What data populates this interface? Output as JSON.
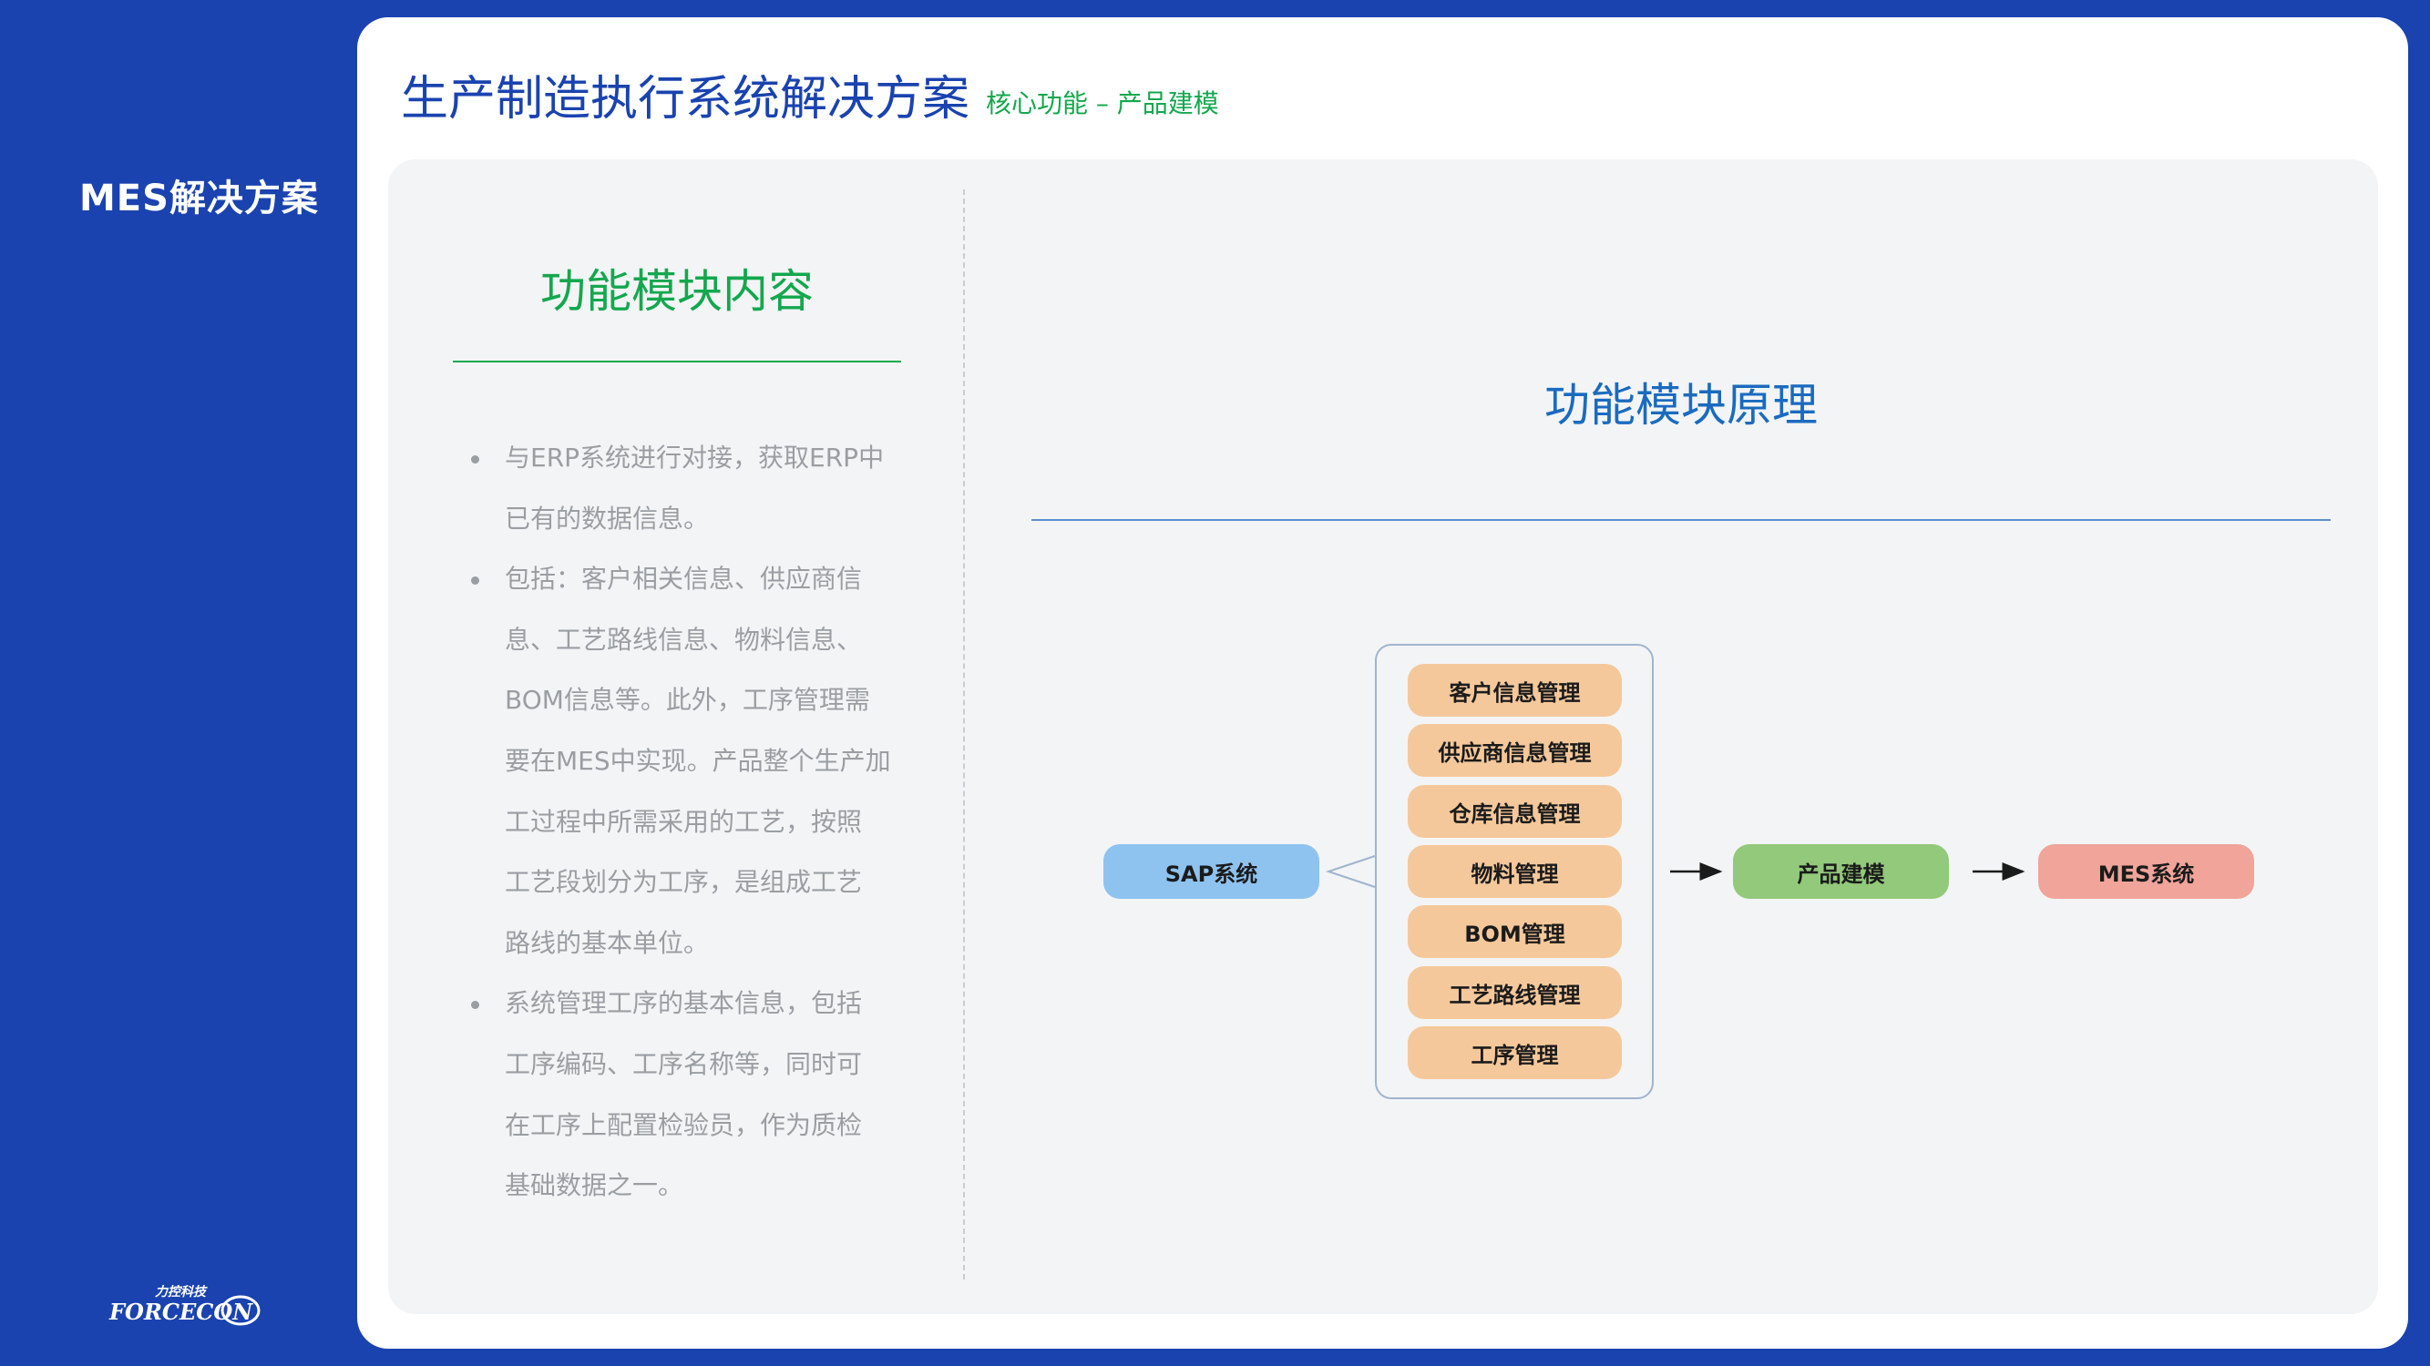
{
  "sidebar": {
    "title": "MES解决方案",
    "logo_text_cn": "力控科技",
    "logo_text_en": "FORCECON"
  },
  "header": {
    "title": "生产制造执行系统解决方案",
    "subtitle": "核心功能 – 产品建模"
  },
  "left_panel": {
    "heading": "功能模块内容",
    "bullets": [
      [
        "与ERP系统进行对接，获取ERP中",
        "已有的数据信息。"
      ],
      [
        "包括：客户相关信息、供应商信",
        "息、工艺路线信息、物料信息、",
        "BOM信息等。此外，工序管理需",
        "要在MES中实现。产品整个生产加",
        "工过程中所需采用的工艺，按照",
        "工艺段划分为工序，是组成工艺",
        "路线的基本单位。"
      ],
      [
        "系统管理工序的基本信息，包括",
        "工序编码、工序名称等，同时可",
        "在工序上配置检验员，作为质检",
        "基础数据之一。"
      ]
    ]
  },
  "right_panel": {
    "heading": "功能模块原理",
    "diagram": {
      "source": "SAP系统",
      "modules": [
        "客户信息管理",
        "供应商信息管理",
        "仓库信息管理",
        "物料管理",
        "BOM管理",
        "工艺路线管理",
        "工序管理"
      ],
      "middle": "产品建模",
      "target": "MES系统"
    }
  },
  "colors": {
    "brand_blue": "#1a43b0",
    "accent_green": "#13a84e",
    "sap_node": "#8ec3f0",
    "module_node": "#f4c89b",
    "product_node": "#92c97a",
    "mes_node": "#f0a49a"
  }
}
